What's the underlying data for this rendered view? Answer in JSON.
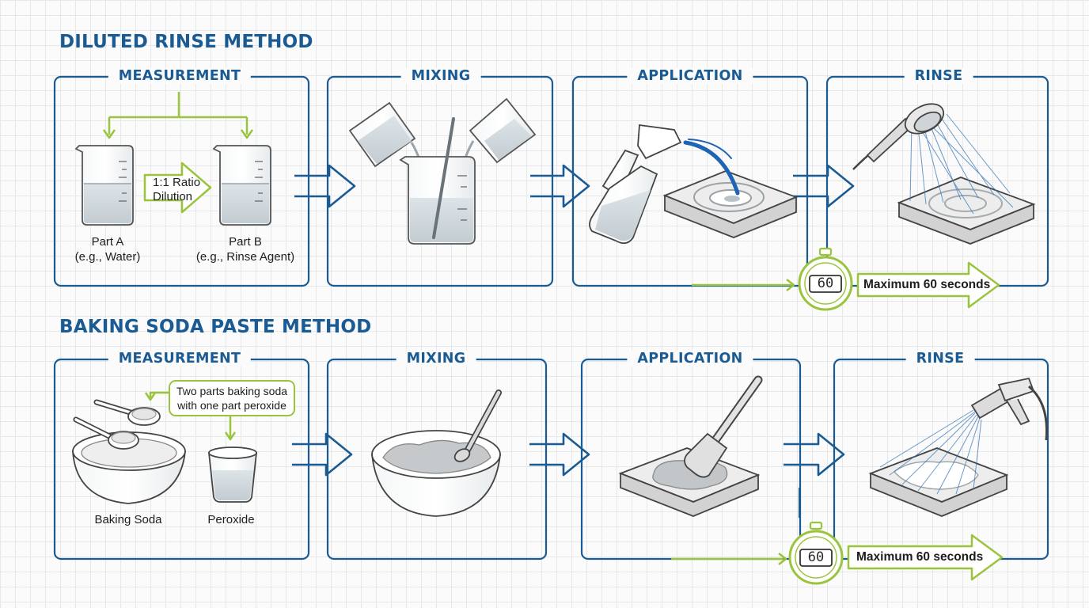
{
  "colors": {
    "accent_blue": "#1a5b93",
    "accent_green": "#9bc43e",
    "grid": "#e6e8ea",
    "background": "#fbfbfb"
  },
  "methods": [
    {
      "title": "DILUTED RINSE METHOD",
      "steps": [
        {
          "title": "MEASUREMENT",
          "icons": [
            "beaker-icon",
            "arrow-right-icon",
            "beaker-icon"
          ]
        },
        {
          "title": "MIXING",
          "icons": [
            "pouring-cups-icon",
            "beaker-icon",
            "stir-rod-icon"
          ]
        },
        {
          "title": "APPLICATION",
          "icons": [
            "spray-bottle-icon",
            "surface-tile-icon"
          ]
        },
        {
          "title": "RINSE",
          "icons": [
            "shower-head-icon",
            "surface-tile-icon"
          ]
        }
      ],
      "measurement": {
        "part_a": "Part A",
        "part_a_example": "(e.g., Water)",
        "ratio_line1": "1:1 Ratio",
        "ratio_line2": "Dilution",
        "part_b": "Part B",
        "part_b_example": "(e.g., Rinse Agent)"
      },
      "timer": {
        "display": "60",
        "label": "Maximum 60 seconds",
        "icon": "stopwatch-icon"
      }
    },
    {
      "title": "BAKING SODA PASTE METHOD",
      "steps": [
        {
          "title": "MEASUREMENT",
          "icons": [
            "mixing-bowl-icon",
            "measuring-spoon-icon",
            "cup-icon"
          ]
        },
        {
          "title": "MIXING",
          "icons": [
            "mixing-bowl-icon",
            "spoon-icon"
          ]
        },
        {
          "title": "APPLICATION",
          "icons": [
            "spatula-icon",
            "surface-tile-icon"
          ]
        },
        {
          "title": "RINSE",
          "icons": [
            "hose-nozzle-icon",
            "surface-tile-icon"
          ]
        }
      ],
      "measurement": {
        "note_line1": "Two parts baking soda",
        "note_line2": "with one part peroxide",
        "baking_soda": "Baking Soda",
        "peroxide": "Peroxide"
      },
      "timer": {
        "display": "60",
        "label": "Maximum 60 seconds",
        "icon": "stopwatch-icon"
      }
    }
  ]
}
